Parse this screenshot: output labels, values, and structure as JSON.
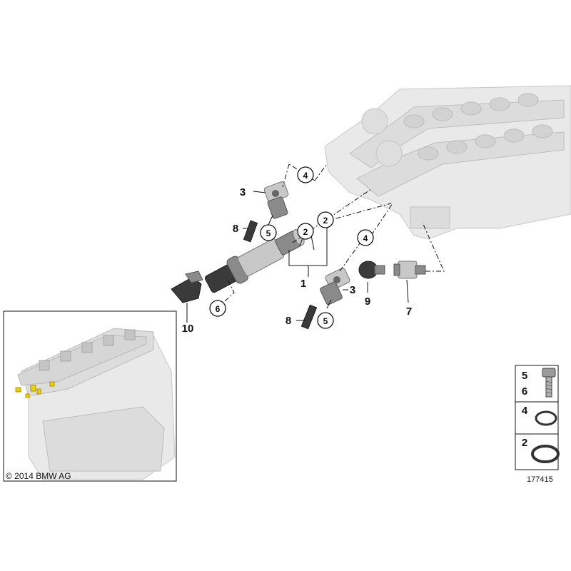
{
  "callouts": {
    "c1": "1",
    "c2a": "2",
    "c2b": "2",
    "c3a": "3",
    "c3b": "3",
    "c4a": "4",
    "c4b": "4",
    "c5a": "5",
    "c5b": "5",
    "c6": "6",
    "c7": "7",
    "c8a": "8",
    "c8b": "8",
    "c9": "9",
    "c10": "10"
  },
  "legend": {
    "row1_label_top": "5",
    "row1_label_bottom": "6",
    "row2_label": "4",
    "row3_label": "2"
  },
  "copyright": "© 2014 BMW AG",
  "reference_number": "177415",
  "colors": {
    "ghost_engine": "#e9e9e9",
    "highlight_parts": "#f2d000",
    "part_dark": "#3a3a3a"
  }
}
